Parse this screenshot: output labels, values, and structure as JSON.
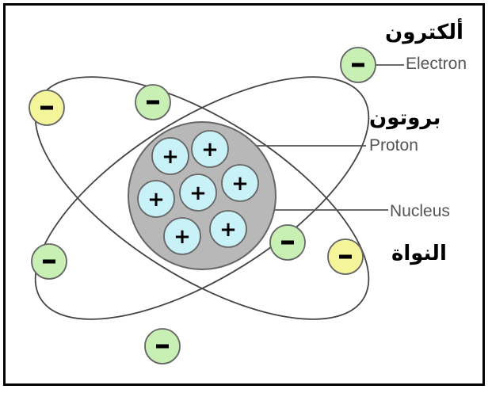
{
  "labels": {
    "electron_en": "Electron",
    "electron_ar": "ألكترون",
    "proton_en": "Proton",
    "proton_ar": "بروتون",
    "nucleus_en": "Nucleus",
    "nucleus_ar": "النواة"
  },
  "symbols": {
    "electron": "−",
    "proton": "+"
  },
  "colors": {
    "electron_green": "#c9f0b4",
    "electron_yellow": "#f4f59a",
    "proton_fill": "#c8f2f8",
    "nucleus_fill": "#b8b8b8",
    "orbit": "#444444"
  }
}
